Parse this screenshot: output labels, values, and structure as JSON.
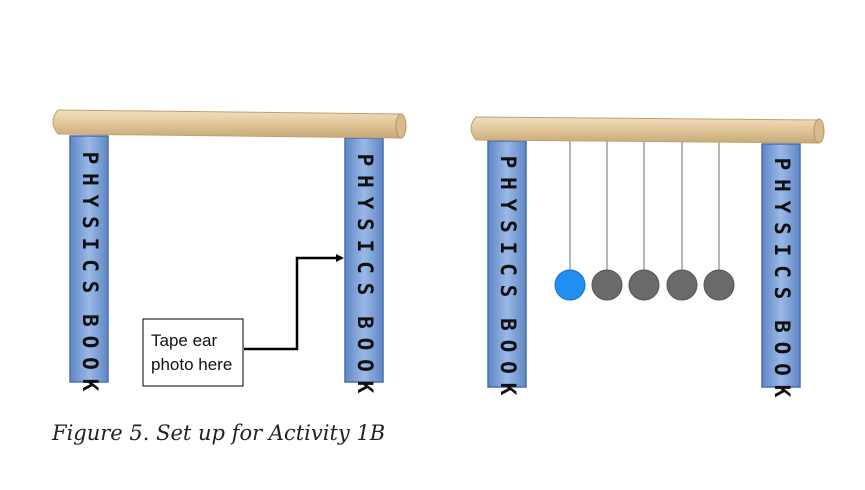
{
  "book_label": "PHYSICS BOOK",
  "callout": {
    "line1": "Tape ear",
    "line2": "photo here"
  },
  "caption": "Figure 5. Set up for Activity 1B",
  "colors": {
    "rod": "#e2c89a",
    "book_edge": "#4a6fb0",
    "ball_highlight": "#1f8ff0",
    "ball": "#6a6a6a",
    "string": "#888888"
  }
}
